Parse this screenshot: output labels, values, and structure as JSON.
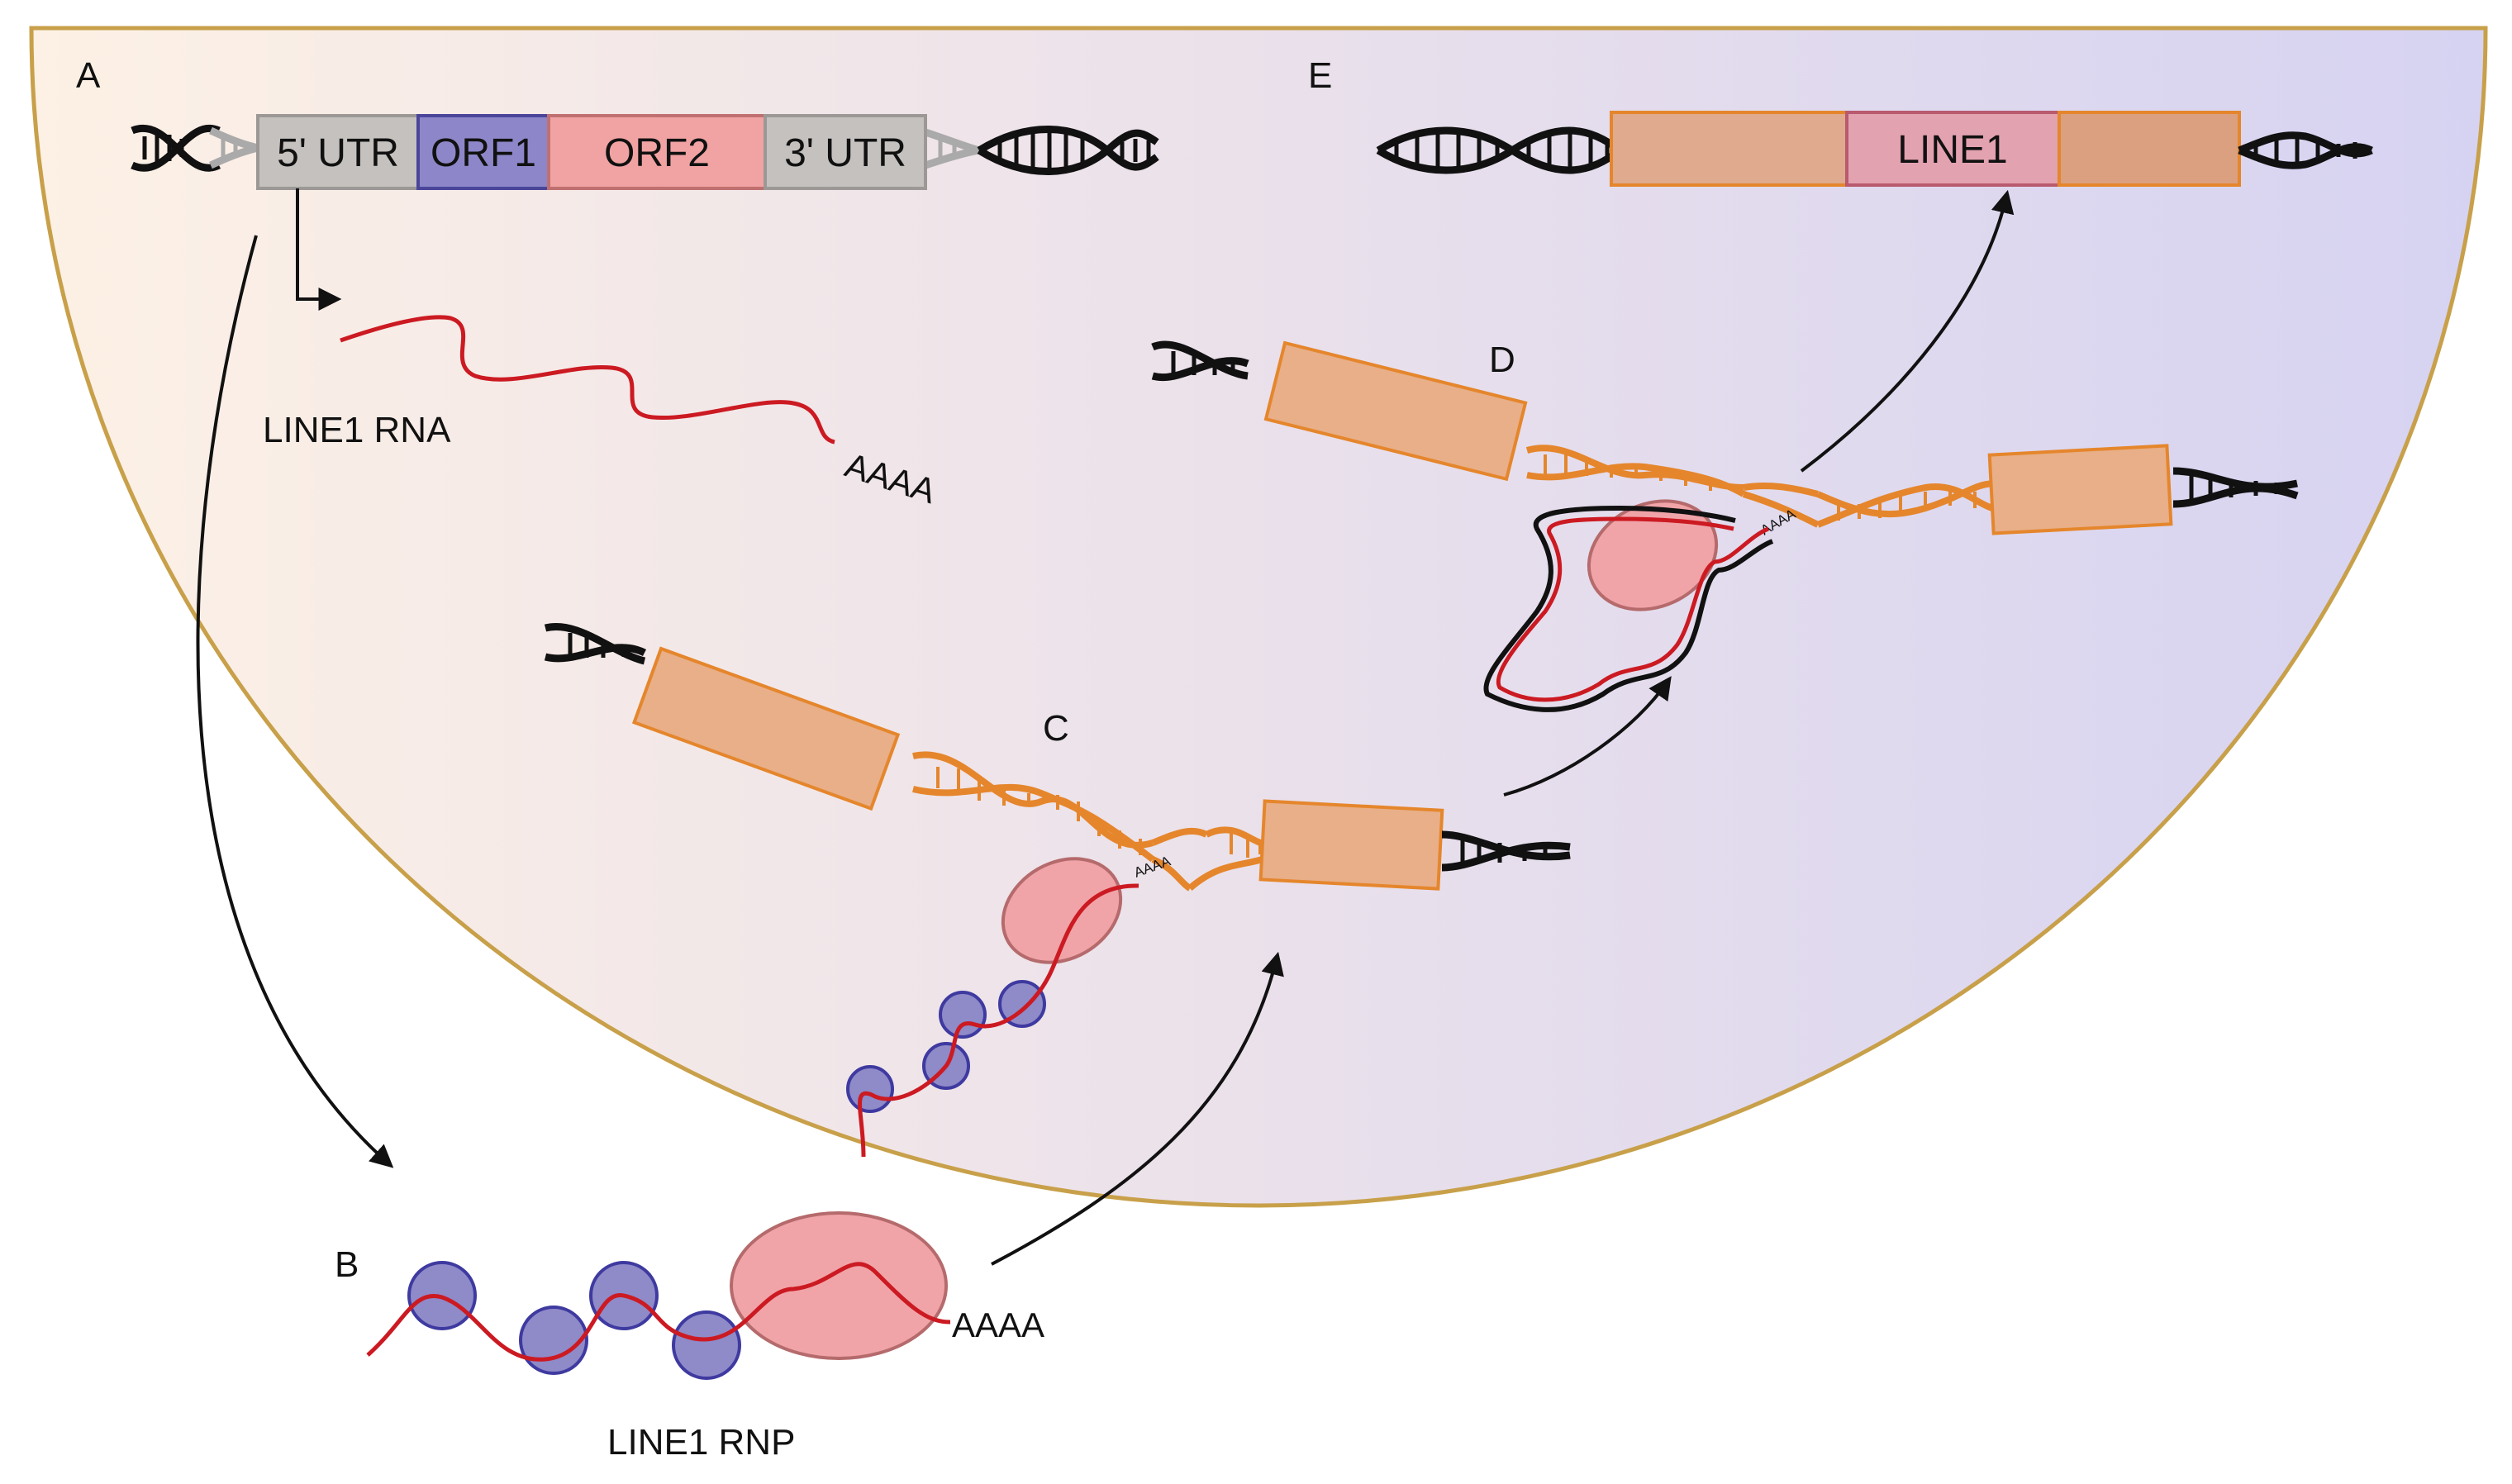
{
  "panels": {
    "a": "A",
    "b": "B",
    "c": "C",
    "d": "D",
    "e": "E"
  },
  "gene": {
    "utr5": "5' UTR",
    "orf1": "ORF1",
    "orf2": "ORF2",
    "utr3": "3' UTR"
  },
  "labels": {
    "line1_rna": "LINE1 RNA",
    "line1_rnp": "LINE1 RNP",
    "polya": "AAAA",
    "inserted": "LINE1"
  },
  "colors": {
    "nucleus_border": "#c8a04a",
    "nucleus_left": "#fdf1e5",
    "nucleus_right": "#d6d3f2",
    "utr_fill": "#c5c1bf",
    "orf1_fill": "#8d87c9",
    "orf2_fill": "#f1a3a3",
    "rna": "#cc1a22",
    "orf1p_protein": "#8f8ac8",
    "orf2p_protein": "#f0a4a8",
    "genomic_block": "#e8af88",
    "genomic_dna": "#e5862c",
    "line1_insert": "#e3a2b0",
    "dna_black": "#111111"
  }
}
